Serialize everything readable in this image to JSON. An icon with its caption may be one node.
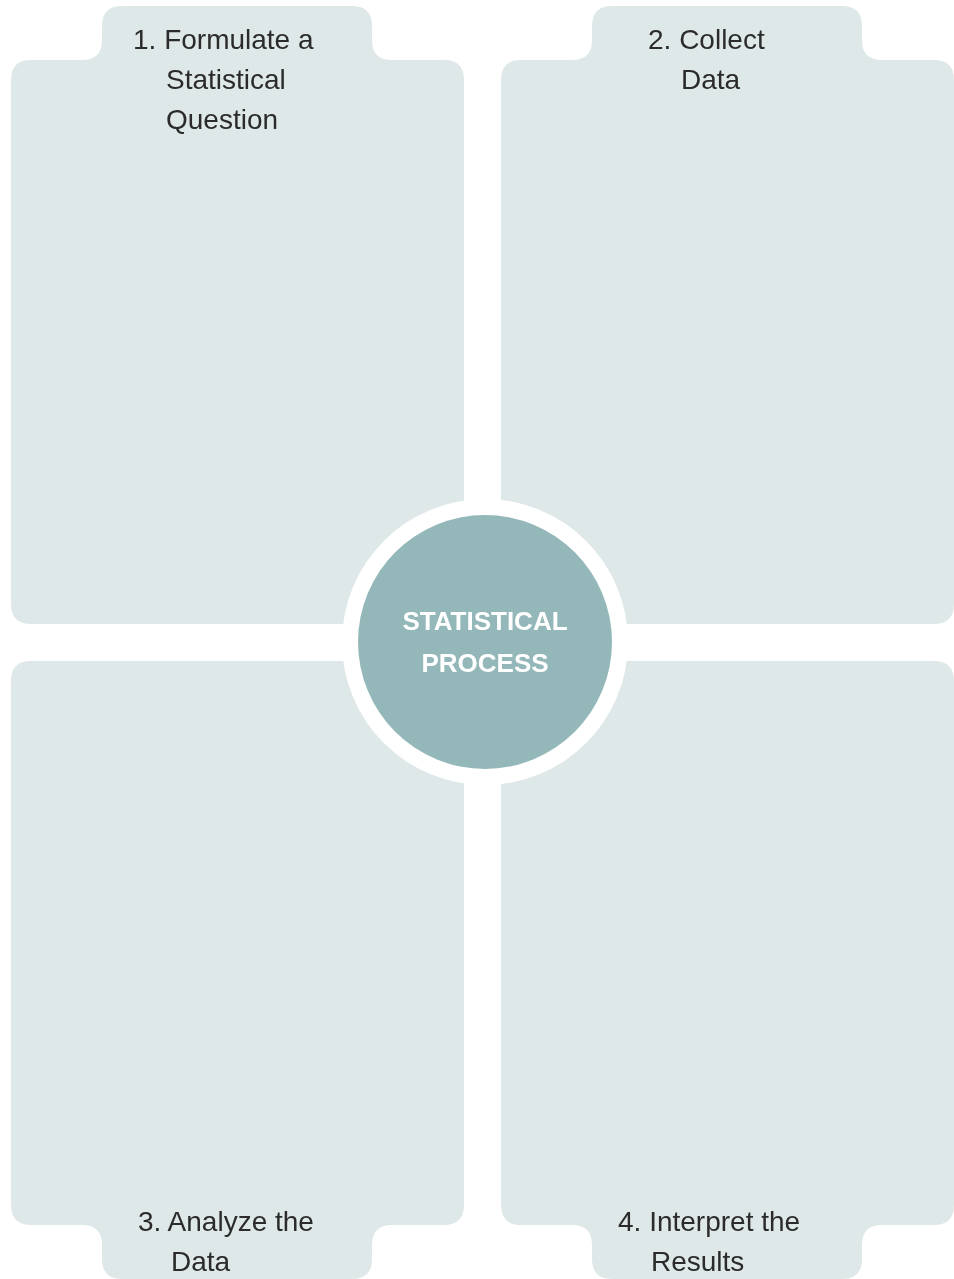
{
  "diagram": {
    "nodes": [
      {
        "text": [
          "1. Formulate a Statistical Question"
        ]
      },
      {
        "text": [
          "2. Collect Data"
        ]
      },
      {
        "text": [
          "3. Analyze the Data"
        ]
      },
      {
        "text": [
          "4. Interpret the Results"
        ]
      },
      {
        "text": [
          "STATISTICAL PROCESS"
        ]
      }
    ]
  }
}
